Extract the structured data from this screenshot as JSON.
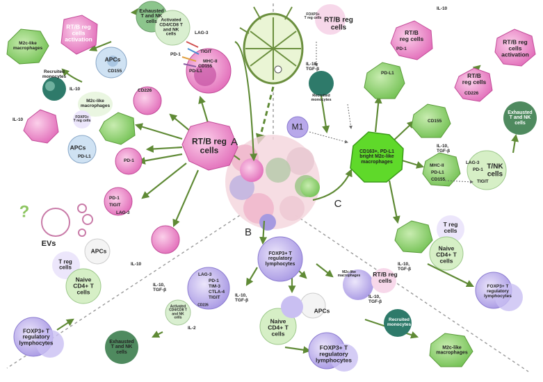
{
  "sections": {
    "a": "A",
    "b": "B",
    "c": "C"
  },
  "hub": {
    "rtb_reg_cells": "RT/B reg\ncells",
    "foxp3_lymph": "FOXP3+ T\nregulatory\nlymphocytes",
    "macrophage_hub": "CD163+, PD-L1\nbright M2c-like\nmacrophages",
    "m1": "M1"
  },
  "panel_a": {
    "exhausted": "Exhausted\nT and NK\ncells",
    "activated": "Activated\nCD4/CD8 T\nand NK\ncells",
    "lag3": "LAG-3",
    "tigit": "TIGIT",
    "pd1": "PD-1",
    "mhc2": "MHC-II",
    "cd155": "CD155",
    "pdl1": "PD-L1",
    "rtb_activation": "RT/B reg\ncells\nactivation",
    "m2c": "M2c-like\nmacrophages",
    "apcs": "APCs",
    "apc_cd155": "CD155",
    "cd226": "CD226",
    "recruited": "Recruited\nmonocytes",
    "il10": "IL-10",
    "m2c_small": "M2c-like\nmacrophages",
    "foxp3_small": "FOXP3+\nT reg cells",
    "il10_b": "IL-10",
    "apcs_b": "APCs",
    "apc_pdl1": "PD-L1",
    "pd1_b": "PD-1",
    "pd1_c": "PD-1",
    "tigit_c": "TIGIT",
    "lag3_c": "LAG-3",
    "question": "?",
    "evs": "EVs",
    "apcs_c": "APCs",
    "treg": "T reg\ncells",
    "naive": "Naive\nCD4+ T\ncells",
    "il10_c": "IL-10",
    "foxp3_out": "FOXP3+ T\nregulatory\nlymphocytes"
  },
  "panel_b": {
    "lag3": "LAG-3",
    "pd1": "PD-1",
    "tim3": "TIM-3",
    "ctla4": "CTLA-4",
    "tigit": "TIGIT",
    "cd226": "CD226",
    "il10_tgfb": "IL-10,\nTGF-β",
    "activated": "Activated\nCD4/CD8 T\nand NK\ncells",
    "il2": "IL-2",
    "exhausted": "Exhausted\nT and NK\ncells",
    "il10_tgfb_2": "IL-10,\nTGF-β",
    "apcs": "APCs",
    "naive": "Naive\nCD4+ T\ncells",
    "foxp3_out": "FOXP3+ T\nregulatory\nlymphocytes",
    "m2c_small": "M2c-like\nmacrophages",
    "rtb": "RT/B reg\ncells",
    "il10_tgfb_3": "IL-10,\nTGF-β",
    "recruited": "Recruited\nmonocytes",
    "m2c": "M2c-like\nmacrophages"
  },
  "panel_c": {
    "foxp3_small": "FOXP3+\nT reg cells",
    "rtb_top": "RT/B reg\ncells",
    "il10_tgfb": "IL-10,\nTGF-β",
    "recruited": "Recruited\nmonocytes",
    "il10_top": "IL-10",
    "rtb_pd1": "RT/B\nreg cells",
    "pd1": "PD-1",
    "pdl1": "PD-L1",
    "rtb_activation": "RT/B reg\ncells\nactivation",
    "rtb_cd226": "RT/B\nreg cells",
    "cd226": "CD226",
    "cd155": "CD155",
    "exhausted": "Exhausted\nT and NK\ncells",
    "il10_tgfb_2": "IL-10,\nTGF-β",
    "lag3": "LAG-3",
    "tnk": "T/NK\ncells",
    "pd1_b": "PD-1",
    "tigit": "TIGIT",
    "mhc2": "MHC-II",
    "pdl1_b": "PD-L1",
    "cd155_b": "CD155",
    "treg": "T reg\ncells",
    "naive": "Naive\nCD4+ T\ncells",
    "il10_tgfb_3": "IL-10,\nTGF-β",
    "foxp3_out": "FOXP3+ T\nregulatory\nlymphocytes"
  },
  "colors": {
    "pink": "#e878c0",
    "pink_light": "#f7b6dc",
    "green_cell": "#8ccf6a",
    "green_light": "#d6efc6",
    "green_bright": "#5fd92a",
    "teal": "#2e7a6a",
    "dark_green": "#4f8a5f",
    "purple": "#b8a8ea",
    "purple_light": "#d9d0f5",
    "apc_blue": "#cfe2f3",
    "arrow": "#5f8a35",
    "divider": "#9a9a9a"
  }
}
